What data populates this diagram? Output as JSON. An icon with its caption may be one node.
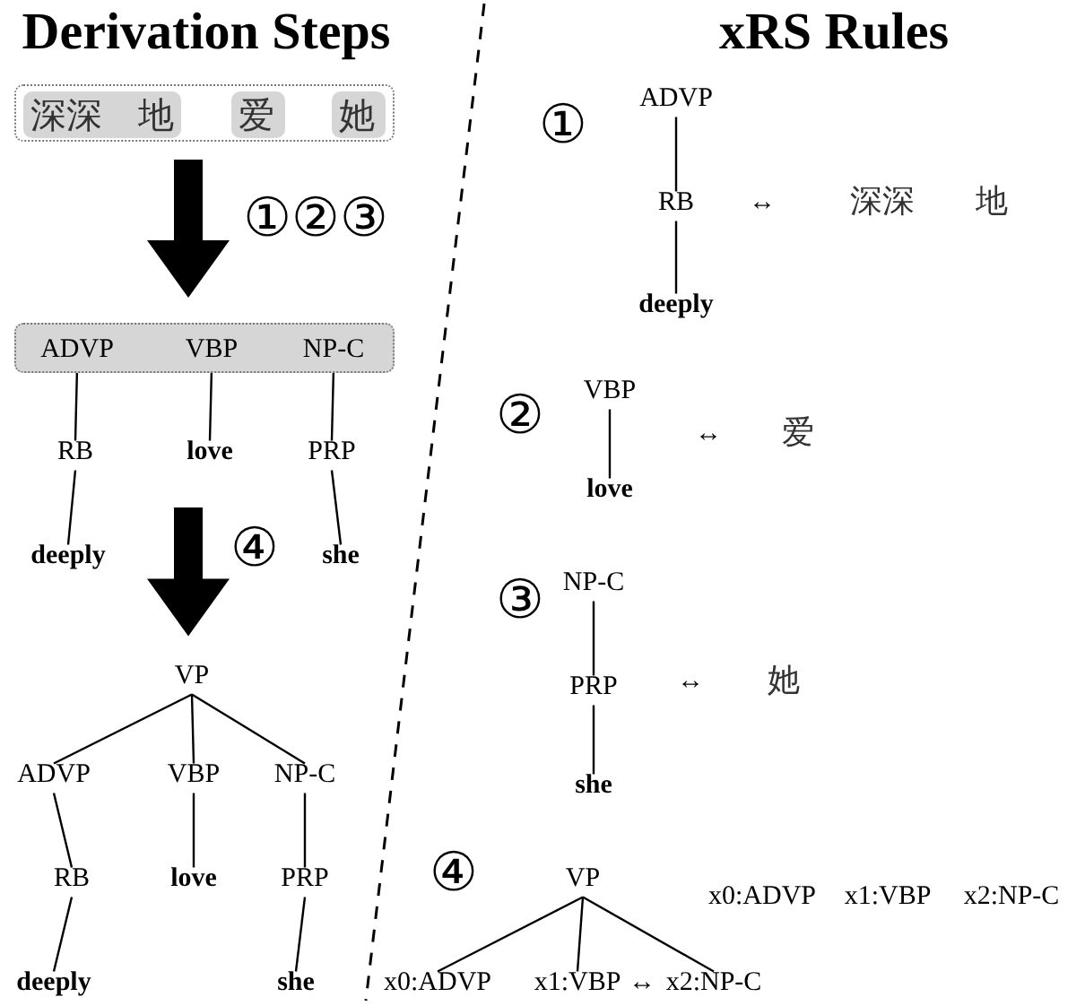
{
  "diagram": {
    "nodes": [
      {
        "text": [],
        "shape": "box"
      },
      {
        "text": [
          "深深",
          "地"
        ],
        "in": 0
      },
      {
        "text": [
          "爱"
        ],
        "in": 0
      },
      {
        "text": [
          "她"
        ],
        "in": 0
      },
      {
        "text": [],
        "shape": "box"
      },
      {
        "text": [
          "ADVP"
        ],
        "in": 4
      },
      {
        "text": [
          "VBP"
        ],
        "in": 4
      },
      {
        "text": [
          "NP-C"
        ],
        "in": 4
      },
      {
        "text": [
          "RB"
        ]
      },
      {
        "text": [
          "love"
        ]
      },
      {
        "text": [
          "PRP"
        ]
      },
      {
        "text": [
          "deeply"
        ]
      },
      {
        "text": [
          "she"
        ]
      },
      {
        "text": [
          "VP"
        ]
      },
      {
        "text": [
          "ADVP"
        ]
      },
      {
        "text": [
          "VBP"
        ]
      },
      {
        "text": [
          "NP-C"
        ]
      },
      {
        "text": [
          "RB"
        ]
      },
      {
        "text": [
          "love"
        ]
      },
      {
        "text": [
          "PRP"
        ]
      },
      {
        "text": [
          "deeply"
        ]
      },
      {
        "text": [
          "she"
        ]
      },
      {
        "text": [
          "ADVP"
        ]
      },
      {
        "text": [
          "RB"
        ]
      },
      {
        "text": [
          "deeply"
        ]
      },
      {
        "text": [
          "VBP"
        ]
      },
      {
        "text": [
          "love"
        ]
      },
      {
        "text": [
          "NP-C"
        ]
      },
      {
        "text": [
          "PRP"
        ]
      },
      {
        "text": [
          "she"
        ]
      },
      {
        "text": [
          "VP"
        ]
      },
      {
        "text": [
          "x0:ADVP"
        ]
      },
      {
        "text": [
          "x1:VBP"
        ]
      },
      {
        "text": [
          "x2:NP-C"
        ]
      }
    ],
    "edges": [
      {
        "from": 0,
        "to": 4,
        "arrow": "to",
        "style": "thick",
        "label": "①②③"
      },
      {
        "from": 5,
        "to": 8,
        "arrow": "none"
      },
      {
        "from": 8,
        "to": 11,
        "arrow": "none"
      },
      {
        "from": 6,
        "to": 9,
        "arrow": "none"
      },
      {
        "from": 7,
        "to": 10,
        "arrow": "none"
      },
      {
        "from": 10,
        "to": 12,
        "arrow": "none"
      },
      {
        "from": null,
        "to": 13,
        "arrow": "to",
        "style": "thick",
        "label": "④"
      },
      {
        "from": 13,
        "to": 14,
        "arrow": "none"
      },
      {
        "from": 13,
        "to": 15,
        "arrow": "none"
      },
      {
        "from": 13,
        "to": 16,
        "arrow": "none"
      },
      {
        "from": 14,
        "to": 17,
        "arrow": "none"
      },
      {
        "from": 17,
        "to": 20,
        "arrow": "none"
      },
      {
        "from": 15,
        "to": 18,
        "arrow": "none"
      },
      {
        "from": 16,
        "to": 19,
        "arrow": "none"
      },
      {
        "from": 19,
        "to": 21,
        "arrow": "none"
      },
      {
        "from": 22,
        "to": 23,
        "arrow": "none"
      },
      {
        "from": 23,
        "to": 24,
        "arrow": "none"
      },
      {
        "from": 25,
        "to": 26,
        "arrow": "none"
      },
      {
        "from": 27,
        "to": 28,
        "arrow": "none"
      },
      {
        "from": 28,
        "to": 29,
        "arrow": "none"
      },
      {
        "from": 30,
        "to": 31,
        "arrow": "none"
      },
      {
        "from": 30,
        "to": 32,
        "arrow": "none"
      },
      {
        "from": 30,
        "to": 33,
        "arrow": "none"
      }
    ],
    "labels": [
      "Derivation Steps",
      "xRS Rules",
      "①",
      "↔",
      "深深",
      "地",
      "②",
      "↔",
      "爱",
      "③",
      "↔",
      "她",
      "④",
      "x0:ADVP",
      "x1:VBP",
      "x2:NP-C",
      "↔"
    ]
  }
}
